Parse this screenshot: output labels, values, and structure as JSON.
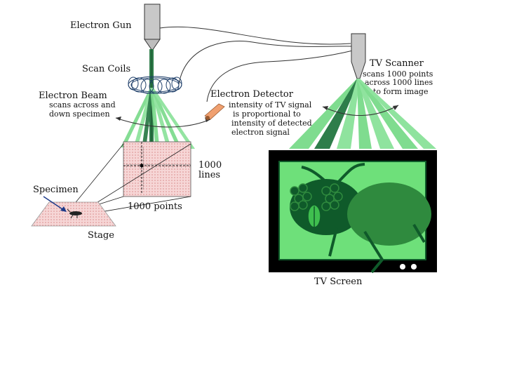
{
  "labels": {
    "electron_gun": "Electron Gun",
    "scan_coils": "Scan Coils",
    "electron_beam": "Electron Beam",
    "beam_note_1": "scans across and",
    "beam_note_2": "down specimen",
    "electron_detector": "Electron Detector",
    "detector_note_1": "intensity of TV signal",
    "detector_note_2": "is proportional to",
    "detector_note_3": "intensity of detected",
    "detector_note_4": "electron signal",
    "tv_scanner": "TV Scanner",
    "scanner_note_1": "scans 1000 points",
    "scanner_note_2": "across 1000 lines",
    "scanner_note_3": "to form image",
    "lines_1": "1000",
    "lines_2": "lines",
    "points": "1000 points",
    "specimen": "Specimen",
    "stage": "Stage",
    "tv_screen": "TV Screen"
  },
  "colors": {
    "beam_green": "#7fdc8f",
    "beam_dark": "#2e7d4a",
    "tv_frame": "#000000",
    "screen_bg": "#6ee07a",
    "insect_dark": "#0f5a2a",
    "insect_mid": "#2f8a3e",
    "gun_gray": "#b8b8b8",
    "detector_orange": "#f0a070",
    "specimen_pink": "#f2c2c2"
  }
}
